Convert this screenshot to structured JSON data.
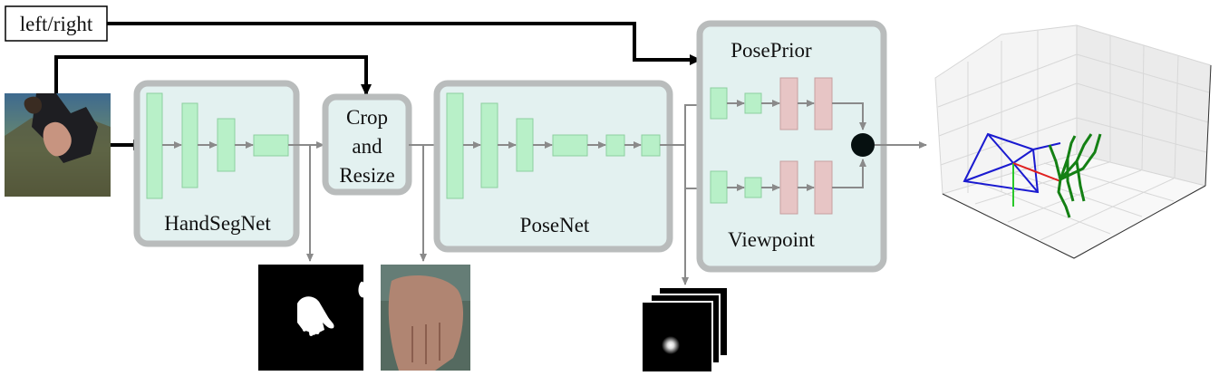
{
  "inputs": {
    "handedness_label": "left/right"
  },
  "blocks": {
    "handsegnet": "HandSegNet",
    "crop_line1": "Crop",
    "crop_line2": "and",
    "crop_line3": "Resize",
    "posenet": "PoseNet",
    "poseprior": "PosePrior",
    "viewpoint": "Viewpoint"
  },
  "colors": {
    "block_fill": "#e3f1f0",
    "block_border": "#b9bcbc",
    "conv_layer": "#b8f0c8",
    "fc_layer": "#e7c5c5",
    "arrow": "#8a8a8a",
    "skeleton_hand": "#148014",
    "camera": "#1a1ad0",
    "axis_red": "#e02020"
  },
  "icons": {
    "input_image": "photo-of-person-hand",
    "mask": "hand-segmentation-mask",
    "crop": "cropped-hand-photo",
    "score_maps": "keypoint-score-map-stack",
    "combine": "combine-node",
    "output": "3d-hand-pose-plot"
  }
}
